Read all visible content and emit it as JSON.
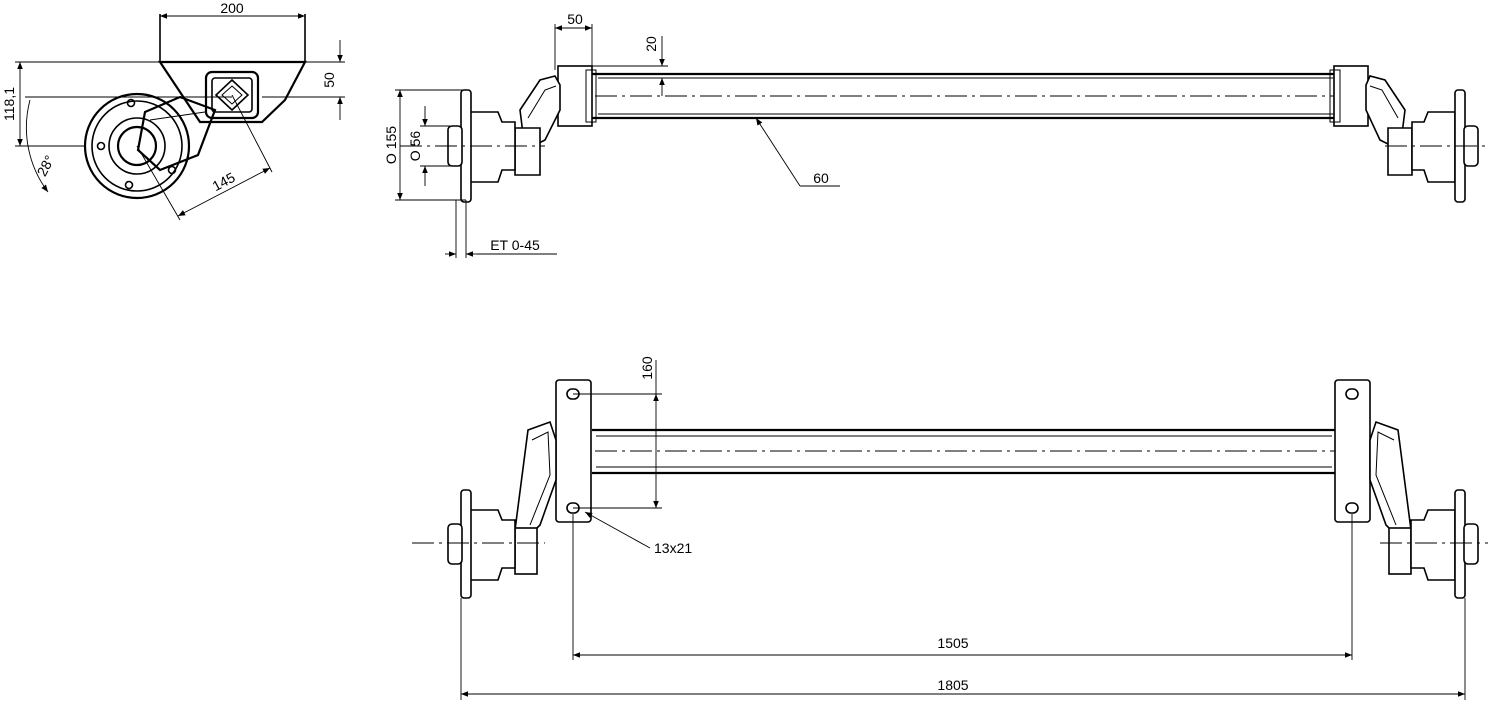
{
  "dimensions": {
    "bracket_width": "200",
    "bracket_height": "50",
    "height_offset": "118,1",
    "angle": "28°",
    "arm_length": "145",
    "flange_offset": "50",
    "top_offset": "20",
    "hub_outer_diameter": "O 155",
    "hub_inner_diameter": "O 56",
    "tube_size": "60",
    "wheel_offset": "ET 0-45",
    "bracket_plate": "160",
    "slot_size": "13x21",
    "mount_spacing": "1505",
    "total_width": "1805"
  }
}
